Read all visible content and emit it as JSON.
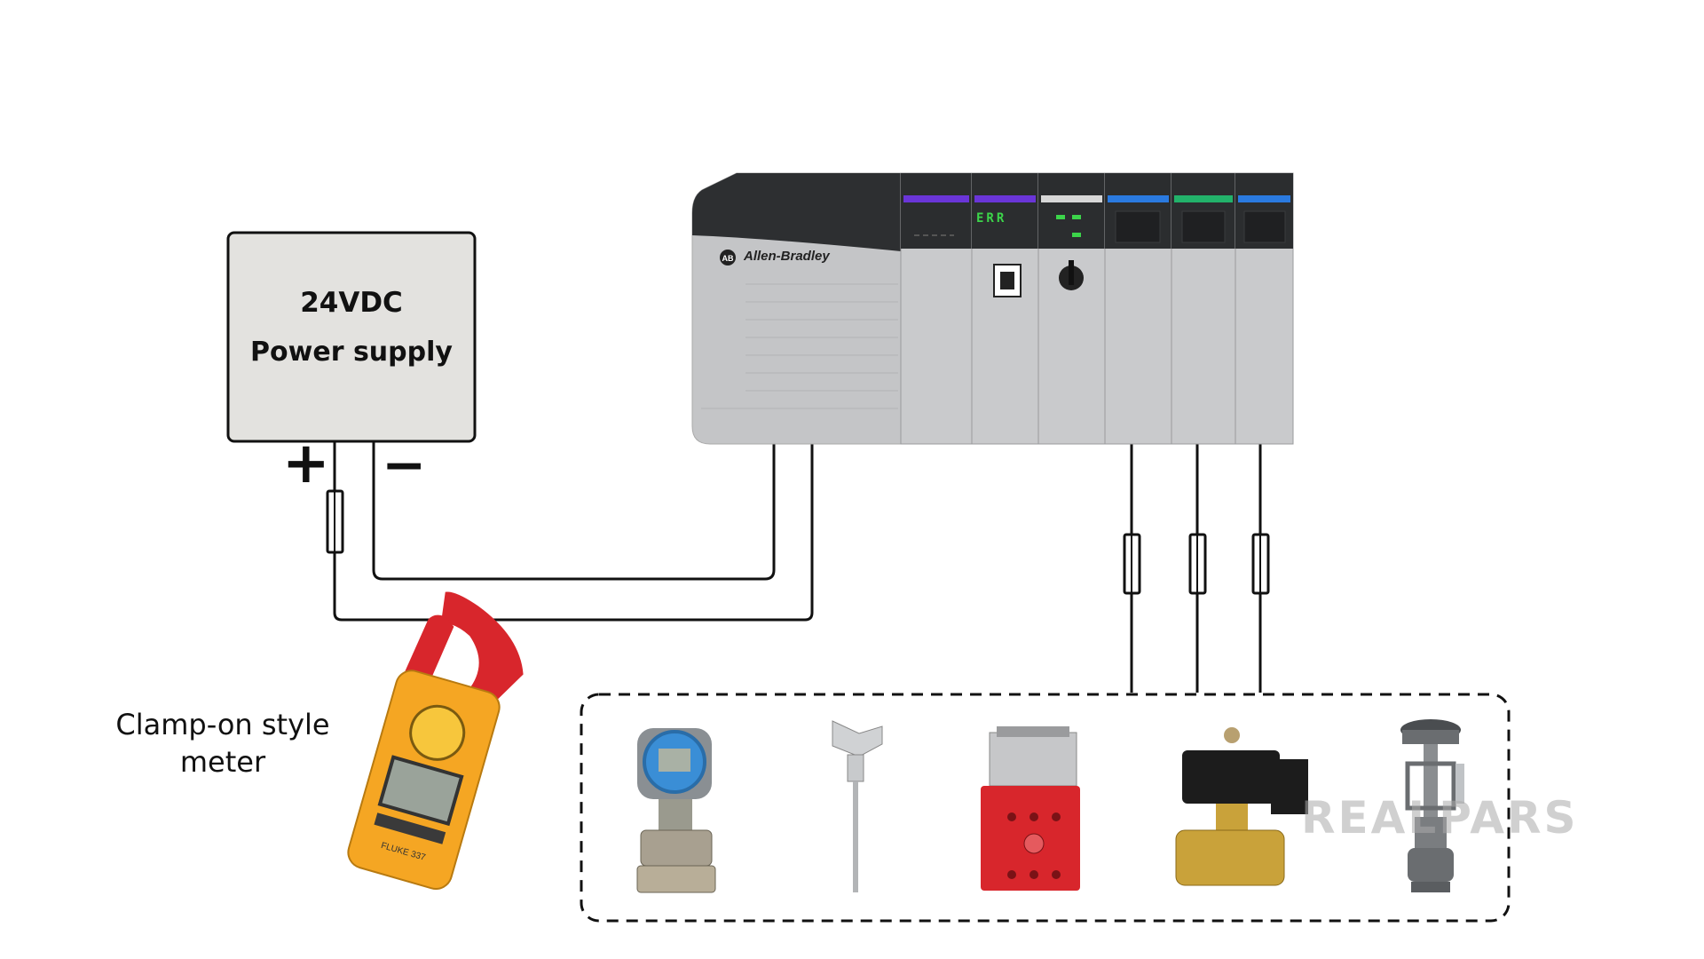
{
  "power_supply": {
    "title": "24VDC",
    "subtitle": "Power supply",
    "positive": "+",
    "negative": "−"
  },
  "plc": {
    "brand": "Allen-Bradley",
    "status_text": "ERR",
    "logo_text": "AB"
  },
  "meter": {
    "label_line1": "Clamp-on style",
    "label_line2": "meter",
    "device_text": "FLUKE 337"
  },
  "watermark": "REALPARS",
  "field_devices": [
    "pressure-transmitter",
    "temperature-sensor",
    "safety-relay",
    "solenoid-valve",
    "control-valve"
  ],
  "colors": {
    "wire": "#111111",
    "psu_fill": "#e3e2df",
    "plc_body": "#c9cacc",
    "plc_top": "#2b2d2f",
    "meter_yellow": "#f5a623",
    "meter_red": "#d8262c",
    "relay_red": "#d8262c",
    "valve_brass": "#c9a23a"
  }
}
